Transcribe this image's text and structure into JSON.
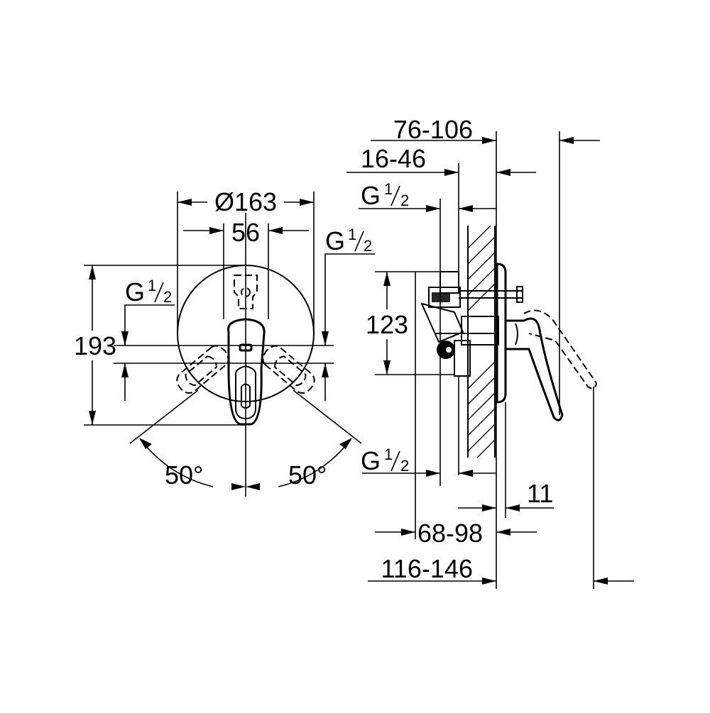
{
  "front_view": {
    "dim_diameter": "Ø163",
    "dim_spacing": "56",
    "dim_height": "193",
    "angle_left": "50°",
    "angle_right": "50°",
    "thread_left": {
      "base": "G",
      "num": "1",
      "den": "2"
    },
    "thread_right": {
      "base": "G",
      "num": "1",
      "den": "2"
    }
  },
  "side_view": {
    "dim_76_106": "76-106",
    "dim_16_46": "16-46",
    "dim_123": "123",
    "dim_11": "11",
    "dim_68_98": "68-98",
    "dim_116_146": "116-146",
    "thread_top": {
      "base": "G",
      "num": "1",
      "den": "2"
    },
    "thread_bottom": {
      "base": "G",
      "num": "1",
      "den": "2"
    }
  }
}
